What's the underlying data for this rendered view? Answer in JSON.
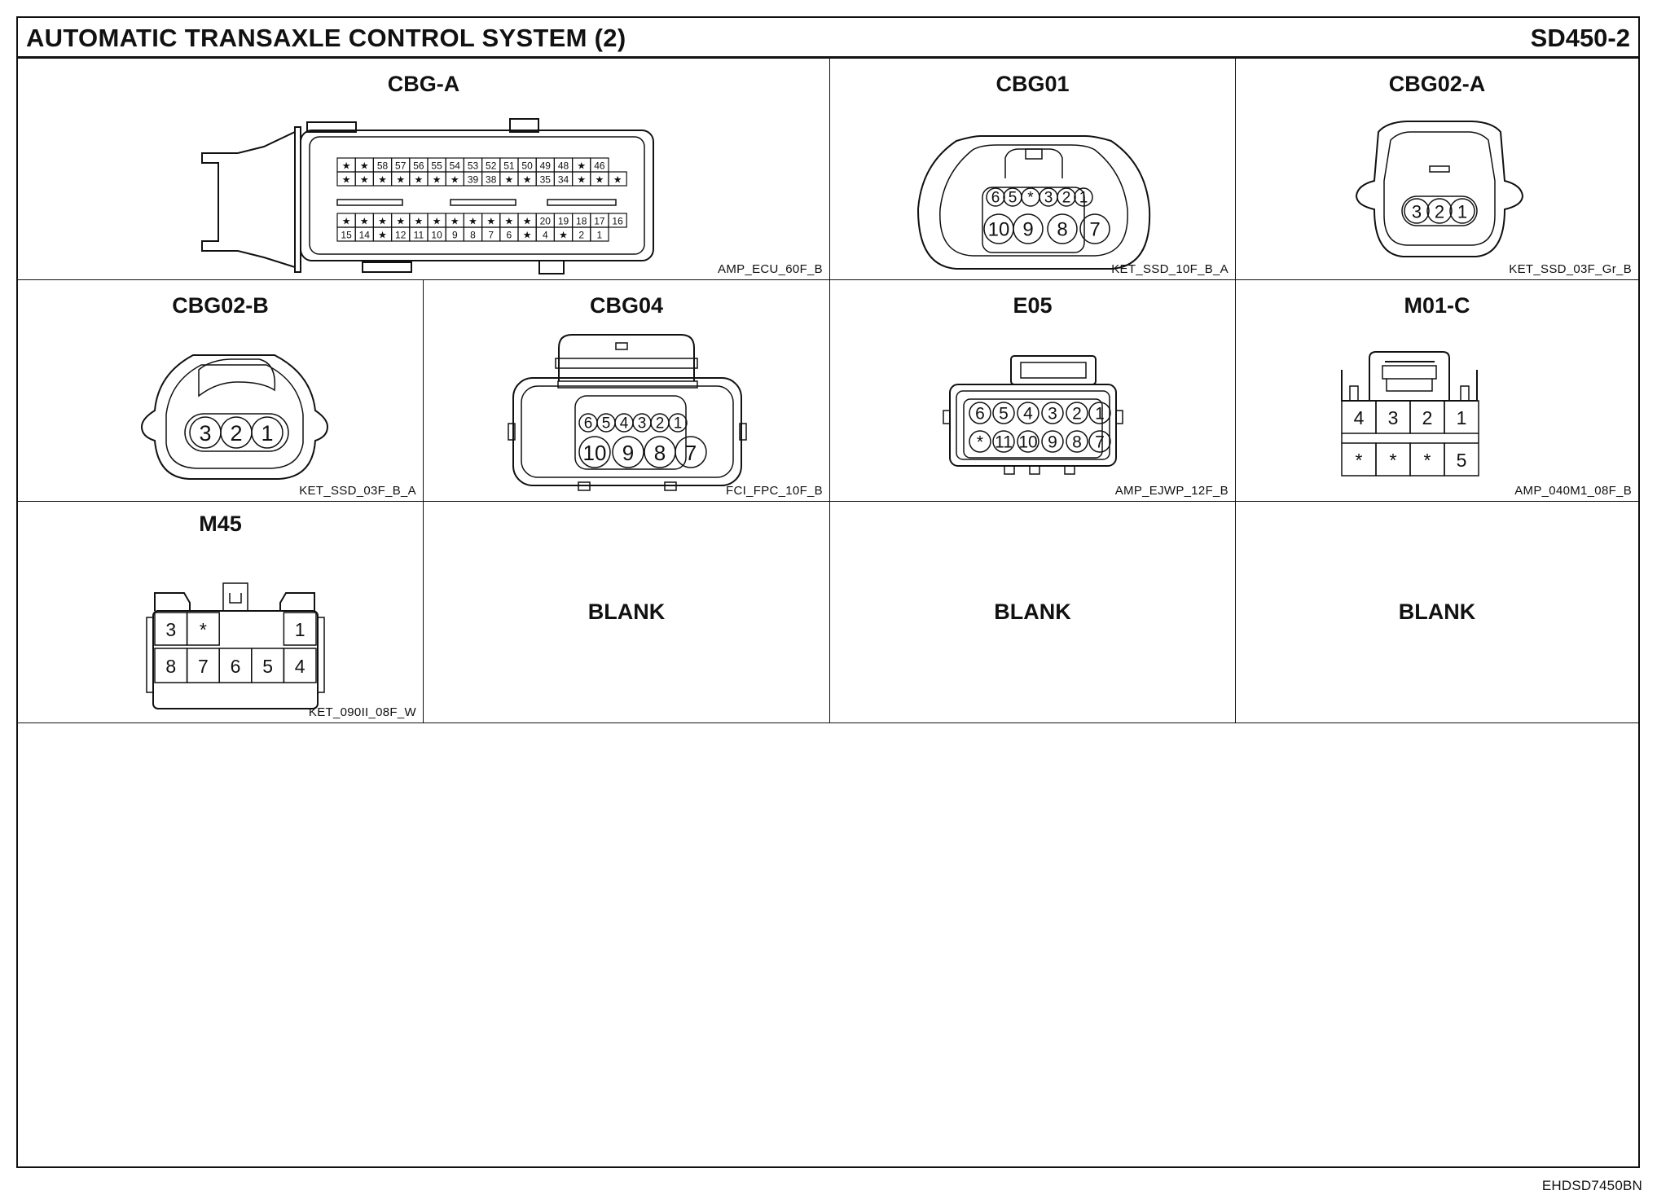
{
  "header": {
    "title": "AUTOMATIC TRANSAXLE CONTROL SYSTEM (2)",
    "code": "SD450-2"
  },
  "connectors": {
    "cbg_a": {
      "name": "CBG-A",
      "type": "AMP_ECU_60F_B",
      "row1": [
        "★",
        "★",
        "58",
        "57",
        "56",
        "55",
        "54",
        "53",
        "52",
        "51",
        "50",
        "49",
        "48",
        "★",
        "46"
      ],
      "row2": [
        "★",
        "★",
        "★",
        "★",
        "★",
        "★",
        "★",
        "39",
        "38",
        "★",
        "★",
        "35",
        "34",
        "★",
        "★",
        "★"
      ],
      "row3": [
        "★",
        "★",
        "★",
        "★",
        "★",
        "★",
        "★",
        "★",
        "★",
        "★",
        "★",
        "20",
        "19",
        "18",
        "17",
        "16"
      ],
      "row4": [
        "15",
        "14",
        "★",
        "12",
        "11",
        "10",
        "9",
        "8",
        "7",
        "6",
        "★",
        "4",
        "★",
        "2",
        "1"
      ]
    },
    "cbg01": {
      "name": "CBG01",
      "type": "KET_SSD_10F_B_A",
      "top": [
        "6",
        "5",
        "*",
        "3",
        "2",
        "1"
      ],
      "bottom": [
        "10",
        "9",
        "8",
        "7"
      ]
    },
    "cbg02_a": {
      "name": "CBG02-A",
      "type": "KET_SSD_03F_Gr_B",
      "pins": [
        "3",
        "2",
        "1"
      ]
    },
    "cbg02_b": {
      "name": "CBG02-B",
      "type": "KET_SSD_03F_B_A",
      "pins": [
        "3",
        "2",
        "1"
      ]
    },
    "cbg04": {
      "name": "CBG04",
      "type": "FCI_FPC_10F_B",
      "top": [
        "6",
        "5",
        "4",
        "3",
        "2",
        "1"
      ],
      "bottom": [
        "10",
        "9",
        "8",
        "7"
      ]
    },
    "e05": {
      "name": "E05",
      "type": "AMP_EJWP_12F_B",
      "top": [
        "6",
        "5",
        "4",
        "3",
        "2",
        "1"
      ],
      "bottom": [
        "*",
        "11",
        "10",
        "9",
        "8",
        "7"
      ]
    },
    "m01_c": {
      "name": "M01-C",
      "type": "AMP_040M1_08F_B",
      "top": [
        "4",
        "3",
        "2",
        "1"
      ],
      "bottom": [
        "*",
        "*",
        "*",
        "5"
      ]
    },
    "m45": {
      "name": "M45",
      "type": "KET_090II_08F_W",
      "top": [
        "3",
        "*",
        "1"
      ],
      "bottom": [
        "8",
        "7",
        "6",
        "5",
        "4"
      ]
    },
    "blank1": {
      "label": "BLANK"
    },
    "blank2": {
      "label": "BLANK"
    },
    "blank3": {
      "label": "BLANK"
    }
  },
  "footer": {
    "doc_id": "EHDSD7450BN"
  }
}
